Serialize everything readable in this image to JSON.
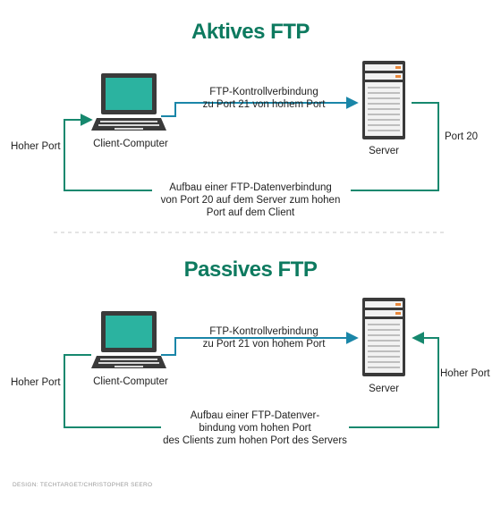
{
  "colors": {
    "title": "#0d7a5f",
    "line": "#16886e",
    "arrow": "#1a86a8",
    "screen": "#2bb3a0",
    "dark": "#3a3a3a",
    "accent": "#e8873a",
    "separator": "#c8c8c8"
  },
  "active": {
    "title": "Aktives FTP",
    "client_label": "Client-Computer",
    "server_label": "Server",
    "control_line1": "FTP-Kontrollverbindung",
    "control_line2": "zu Port 21 von hohem Port",
    "left_port": "Hoher Port",
    "right_port": "Port 20",
    "data_line1": "Aufbau einer FTP-Datenverbindung",
    "data_line2": "von Port 20 auf dem Server zum hohen",
    "data_line3": "Port auf dem Client"
  },
  "passive": {
    "title": "Passives FTP",
    "client_label": "Client-Computer",
    "server_label": "Server",
    "control_line1": "FTP-Kontrollverbindung",
    "control_line2": "zu Port 21 von hohem Port",
    "left_port": "Hoher Port",
    "right_port": "Hoher Port",
    "data_line1": "Aufbau einer FTP-Datenver-",
    "data_line2": "bindung vom hohen Port",
    "data_line3": "des Clients zum hohen Port des Servers"
  },
  "credit": "DESIGN: TECHTARGET/CHRISTOPHER SEERO"
}
